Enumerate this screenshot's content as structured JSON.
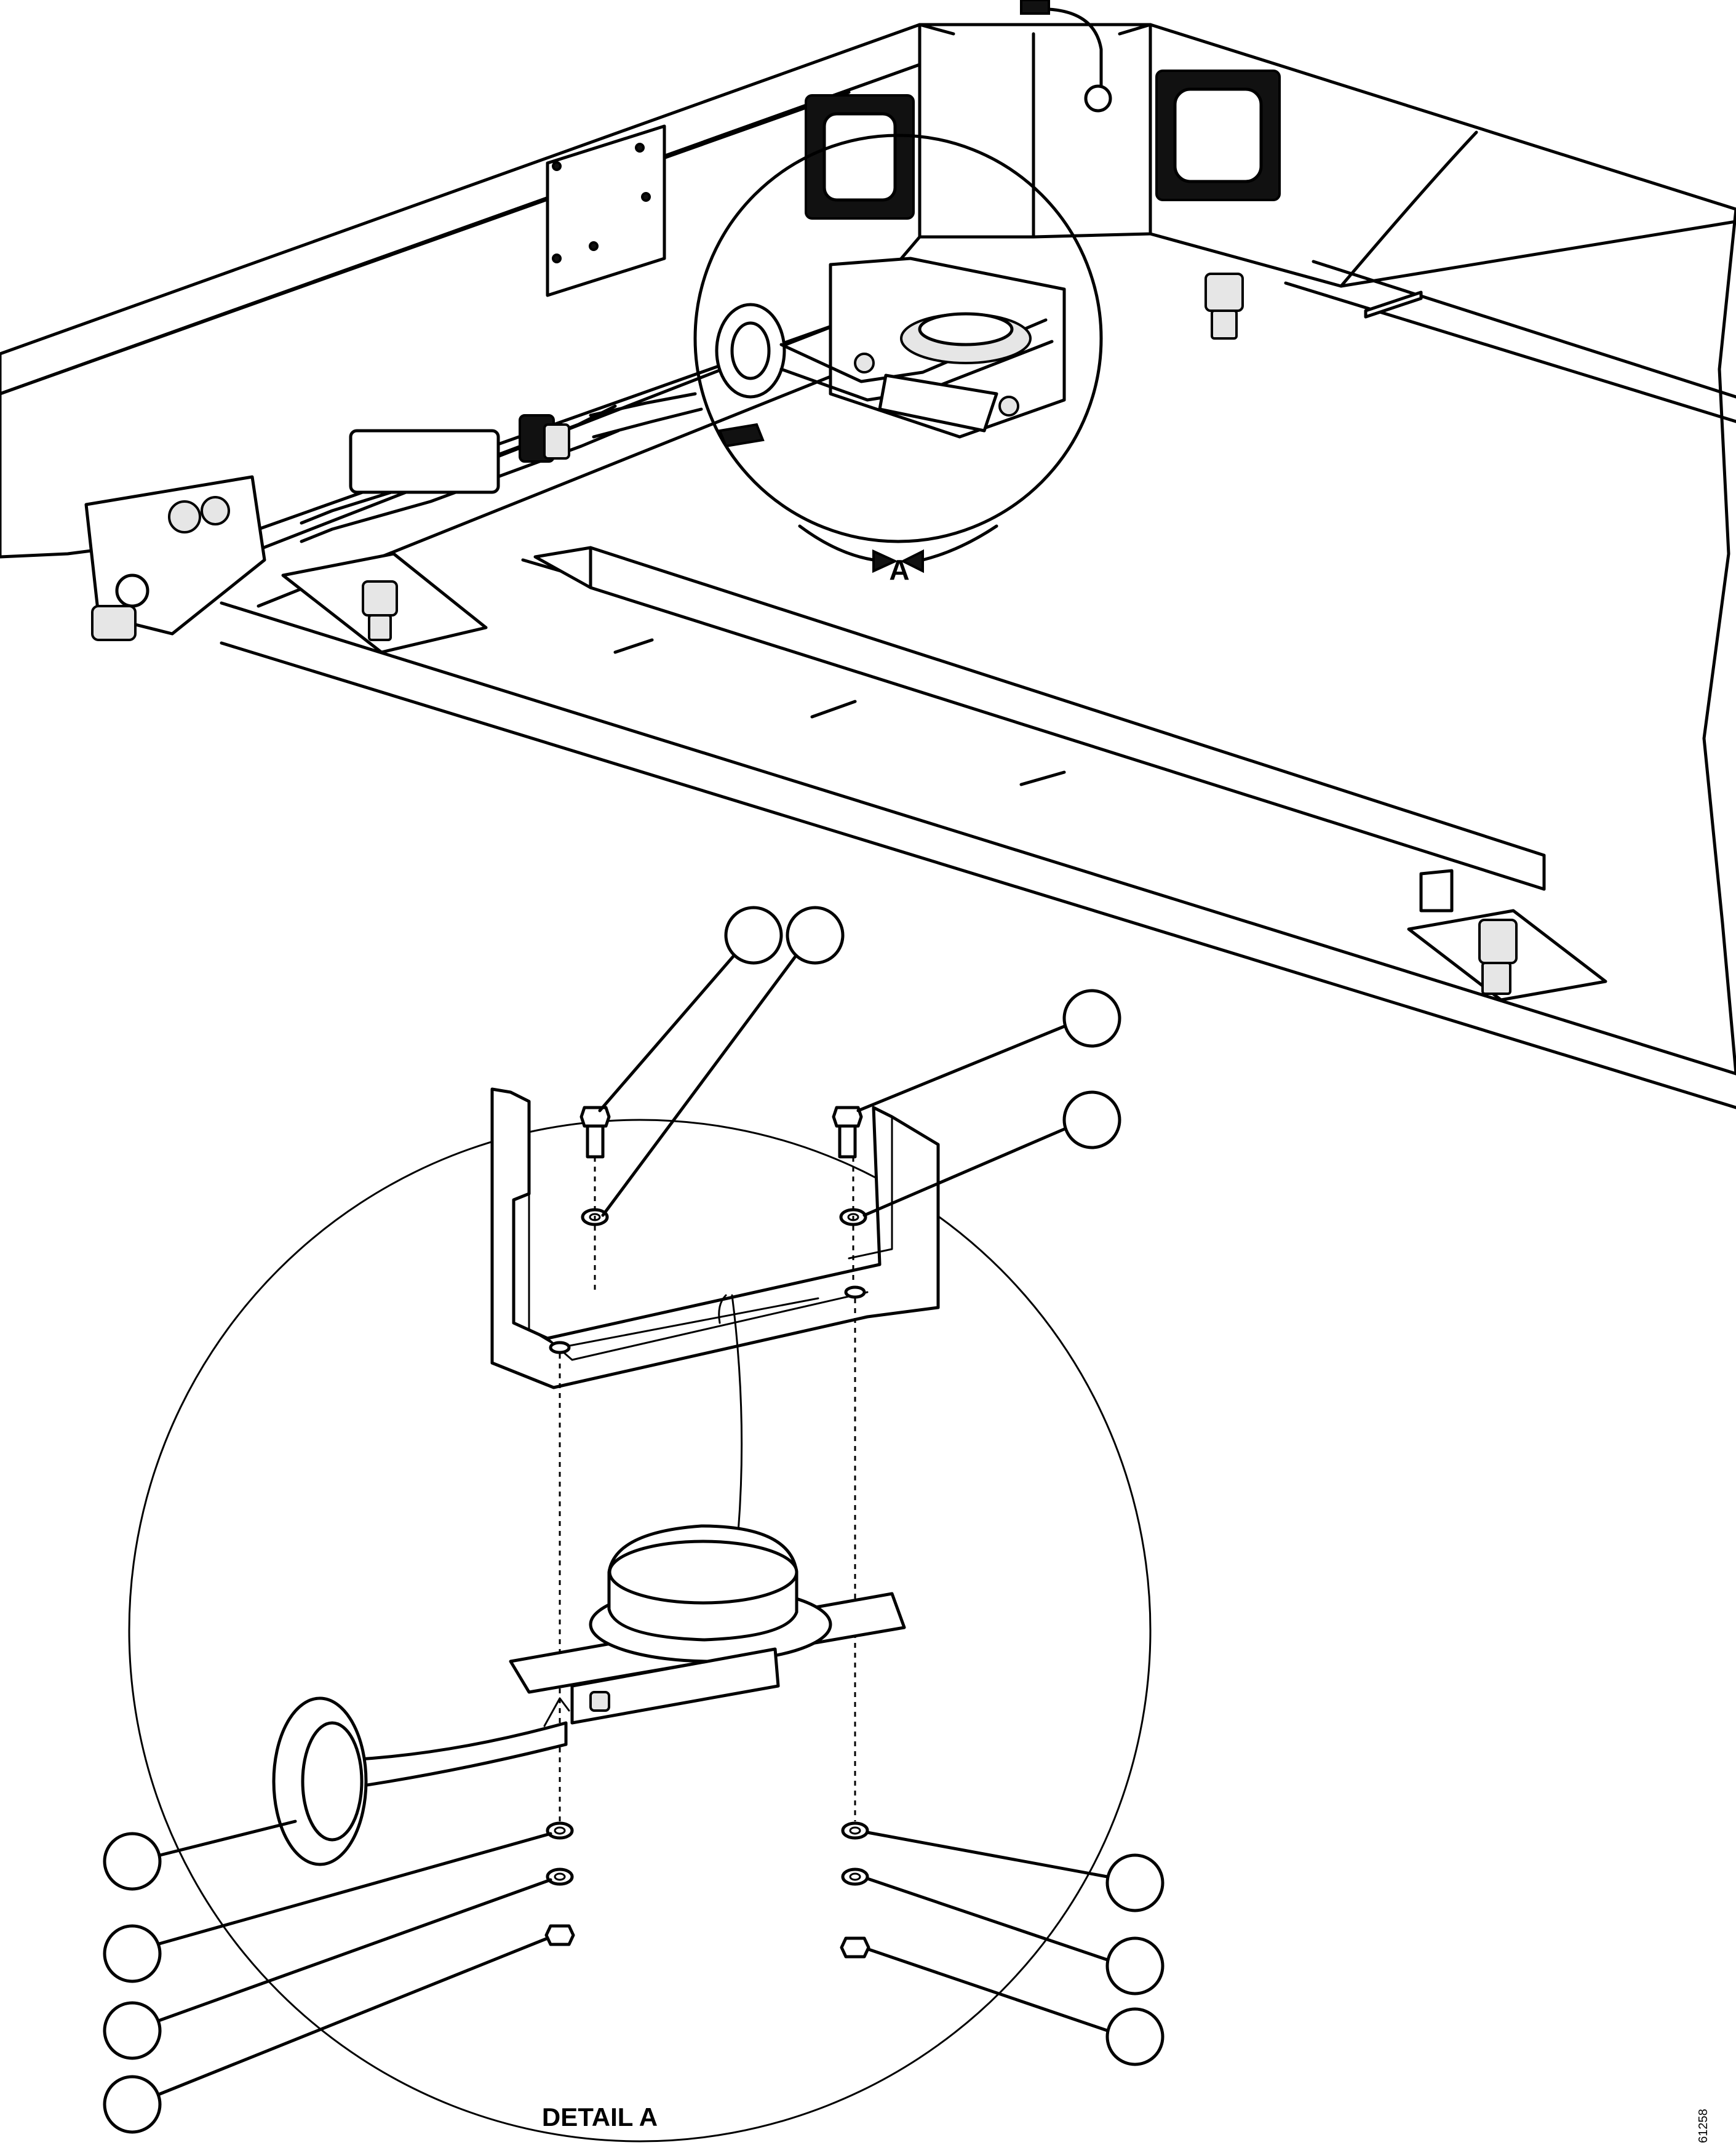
{
  "view_marker": "A",
  "detail_title": "DETAIL A",
  "figure_number": "61258",
  "callouts": {
    "bolt_left": "",
    "washer_left_upper": "",
    "bolt_right": "",
    "washer_right_upper": "",
    "horn": "",
    "washer_left_lower_1": "",
    "washer_left_lower_2": "",
    "nut_left": "",
    "washer_right_lower_1": "",
    "washer_right_lower_2": "",
    "nut_right": ""
  }
}
